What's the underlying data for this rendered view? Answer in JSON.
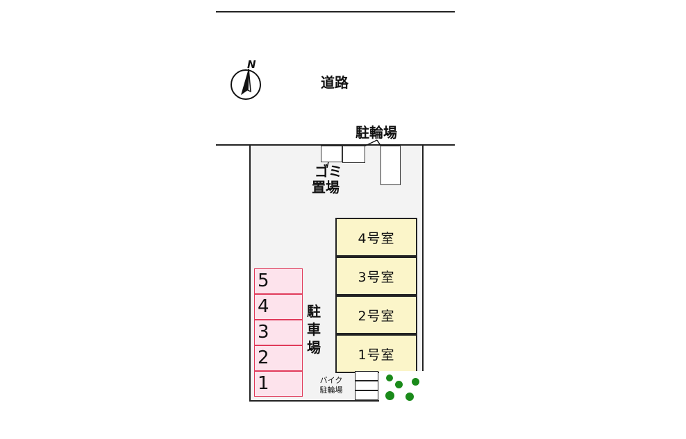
{
  "road": {
    "label": "道路"
  },
  "compass": {
    "north_letter": "N"
  },
  "bicycle_parking": {
    "label": "駐輪場"
  },
  "garbage": {
    "line1": "ゴミ",
    "line2": "置場"
  },
  "rooms": [
    {
      "label": "4号室"
    },
    {
      "label": "3号室"
    },
    {
      "label": "2号室"
    },
    {
      "label": "1号室"
    }
  ],
  "parking": {
    "label_chars": [
      "駐",
      "車",
      "場"
    ],
    "spaces": [
      "5",
      "4",
      "3",
      "2",
      "1"
    ]
  },
  "bike_parking": {
    "line1": "バイク",
    "line2": "駐輪場"
  },
  "colors": {
    "room_fill": "#fbf5c9",
    "parking_fill": "#fde3ec",
    "parking_border": "#e03a5a",
    "lot_fill": "#f3f3f3",
    "tree": "#1a8a1a"
  }
}
